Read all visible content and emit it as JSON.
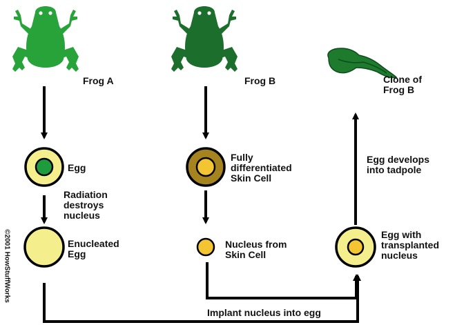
{
  "labels": {
    "frog_a": "Frog A",
    "frog_b": "Frog B",
    "clone": "Clone of\nFrog B",
    "egg": "Egg",
    "radiation": "Radiation\ndestroys\nnucleus",
    "enucleated": "Enucleated\nEgg",
    "skin_cell": "Fully\ndifferentiated\nSkin Cell",
    "nucleus": "Nucleus from\nSkin Cell",
    "egg_transplant": "Egg with\ntransplanted\nnucleus",
    "develops": "Egg develops\ninto tadpole",
    "implant": "Implant nucleus into egg"
  },
  "copyright": "©2001 HowStuffWorks",
  "colors": {
    "frog_a": "#27a33a",
    "frog_b": "#1c6e2c",
    "tadpole": "#1e7a2d",
    "egg_yolk": "#f4ef8c",
    "egg_nucleus": "#1f9a3d",
    "skin_cell": "#a58420",
    "cell_nucleus": "#f4c533",
    "outline": "#000000"
  }
}
